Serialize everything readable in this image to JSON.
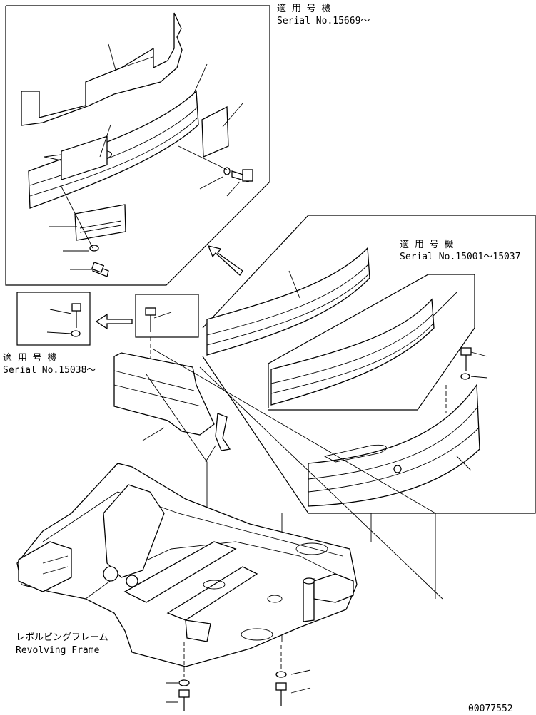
{
  "labels": {
    "applicable_top": "適 用 号 機",
    "serial_top": "Serial No.15669～",
    "applicable_right": "適 用 号 機",
    "serial_right": "Serial No.15001～15037",
    "applicable_left": "適 用 号 機",
    "serial_left": "Serial No.15038～",
    "frame_jp": "レボルビングフレーム",
    "frame_en": "Revolving Frame",
    "drawing_number": "00077552"
  }
}
